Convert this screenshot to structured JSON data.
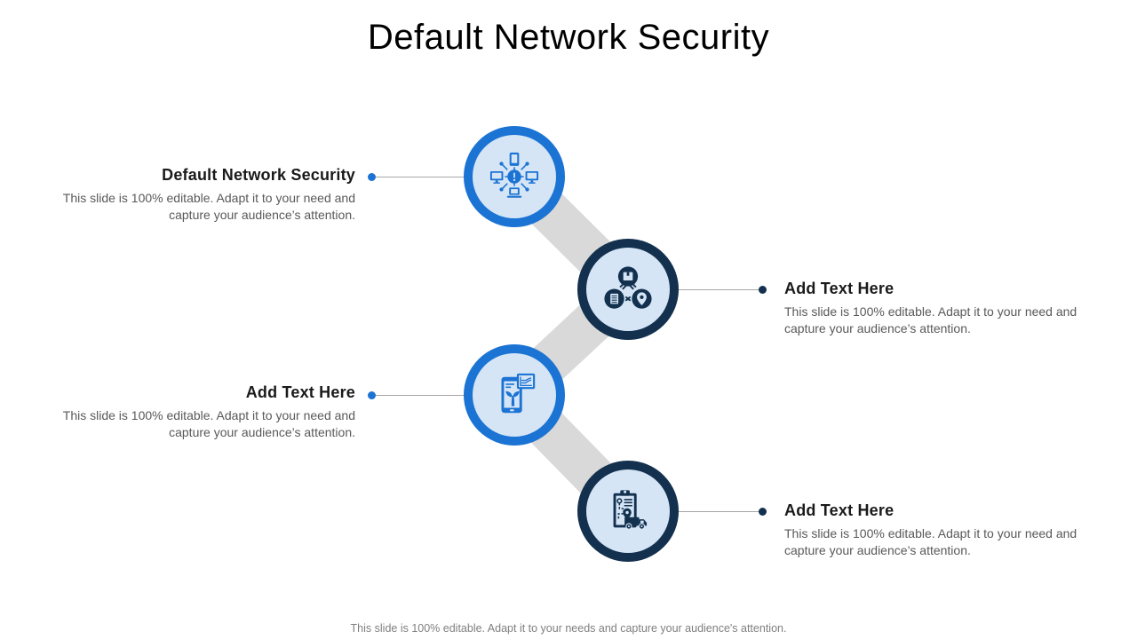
{
  "slide": {
    "title": "Default Network Security",
    "footer": "This slide is 100% editable. Adapt it to your needs and capture your audience's attention."
  },
  "colors": {
    "bright_blue": "#1b73d3",
    "dark_navy": "#13314f",
    "circle_fill": "#d5e5f6",
    "ribbon_gray": "#d9d9d9",
    "heading_text": "#1a1a1a",
    "body_text": "#595959",
    "connector_line": "#a6a6a6",
    "footer_text": "#7f7f7f"
  },
  "items": [
    {
      "heading": "Default Network Security",
      "body": "This slide is 100% editable. Adapt it to your need and capture your audience’s attention.",
      "icon": "network-devices-alert-icon",
      "accent": "bright_blue",
      "side": "left"
    },
    {
      "heading": "Add Text Here",
      "body": "This slide is 100% editable. Adapt it to your need and capture your audience’s attention.",
      "icon": "supply-chain-triangle-icon",
      "accent": "dark_navy",
      "side": "right"
    },
    {
      "heading": "Add Text Here",
      "body": "This slide is 100% editable. Adapt it to your need and capture your audience’s attention.",
      "icon": "mobile-growth-chart-icon",
      "accent": "bright_blue",
      "side": "left"
    },
    {
      "heading": "Add Text Here",
      "body": "This slide is 100% editable. Adapt it to your need and capture your audience’s attention.",
      "icon": "delivery-tracking-clipboard-icon",
      "accent": "dark_navy",
      "side": "right"
    }
  ]
}
